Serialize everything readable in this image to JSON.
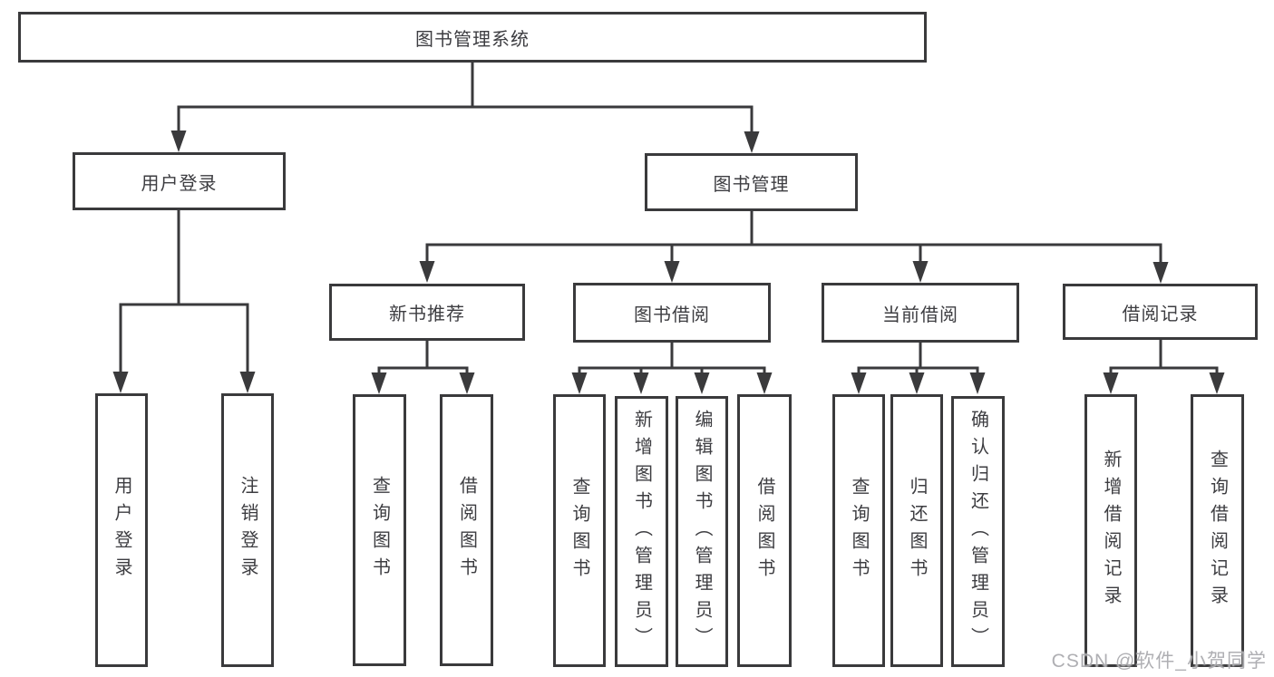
{
  "tree": {
    "root": "图书管理系统",
    "user_login": {
      "label": "用户登录",
      "children": [
        "用户登录",
        "注销登录"
      ]
    },
    "book_mgmt": {
      "label": "图书管理"
    },
    "new_book": {
      "label": "新书推荐",
      "children": [
        "查询图书",
        "借阅图书"
      ]
    },
    "book_borrow": {
      "label": "图书借阅",
      "children": [
        "查询图书",
        "新增图书（管理员）",
        "编辑图书（管理员）",
        "借阅图书"
      ]
    },
    "current_borrow": {
      "label": "当前借阅",
      "children": [
        "查询图书",
        "归还图书",
        "确认归还（管理员）"
      ]
    },
    "borrow_record": {
      "label": "借阅记录",
      "children": [
        "新增借阅记录",
        "查询借阅记录"
      ]
    }
  },
  "watermark": {
    "text": "CSDN @软件_小贺同学"
  },
  "colors": {
    "line": "#3a3a3c",
    "background": "#ffffff",
    "watermark": "#a8a8ad"
  }
}
